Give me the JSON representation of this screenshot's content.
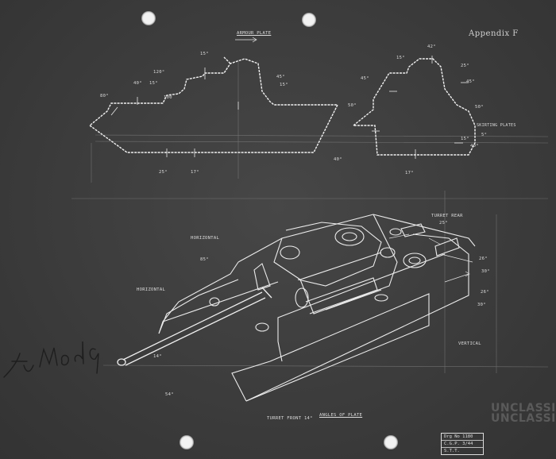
{
  "sheet": {
    "appendix": "Appendix F",
    "handwritten_note": "Tu Mod G",
    "watermark": [
      "UNCLASSI",
      "UNCLASSI"
    ]
  },
  "top_view": {
    "title": "ARMOUR  PLATE",
    "side_section_labels": [
      "15°",
      "120°",
      "40°",
      "15°",
      "100",
      "45°",
      "15°",
      "80°",
      "25°",
      "17°",
      "40°"
    ],
    "rear_section_labels": [
      "15°",
      "42°",
      "45°",
      "25°",
      "45°",
      "50°",
      "50°",
      "15°",
      "40°",
      "17°",
      "5°"
    ],
    "rear_section_notes": [
      "SKIRTING PLATES"
    ]
  },
  "main_view": {
    "labels": {
      "turret_rear": "TURRET REAR",
      "turret_rear_angle": "25°",
      "horizontal_upper": "HORIZONTAL",
      "horizontal_upper_angle": "85°",
      "horizontal_lower": "HORIZONTAL",
      "right_26a": "26°",
      "right_30a": "30°",
      "right_26b": "26°",
      "right_30b": "30°",
      "vertical": "VERTICAL",
      "gun_angle": "14°",
      "bottom_angle": "54°",
      "turret_front": "TURRET FRONT 14°",
      "angles_of_plate": "ANGLES OF PLATE"
    }
  },
  "title_block": {
    "rows": [
      "Drg No 1180",
      "C.G.P. 3/44",
      "S.T.T."
    ]
  }
}
